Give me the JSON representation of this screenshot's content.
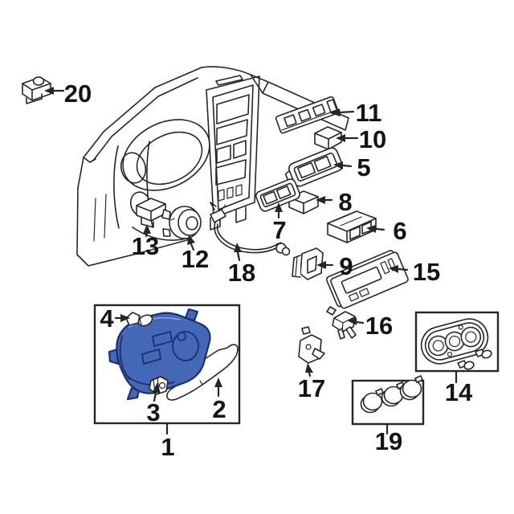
{
  "figure": {
    "background": "#ffffff",
    "line_color": "#262626",
    "highlight_fill": "#4568b6",
    "highlight_outline": "#1d2f6f",
    "highlight_light": "#8aa2d8",
    "label_color": "#141414"
  },
  "labels": {
    "c1": "1",
    "c2": "2",
    "c3": "3",
    "c4": "4",
    "c5": "5",
    "c6": "6",
    "c7": "7",
    "c8": "8",
    "c9": "9",
    "c10": "10",
    "c11": "11",
    "c12": "12",
    "c13": "13",
    "c14": "14",
    "c15": "15",
    "c16": "16",
    "c17": "17",
    "c18": "18",
    "c19": "19",
    "c20": "20"
  }
}
